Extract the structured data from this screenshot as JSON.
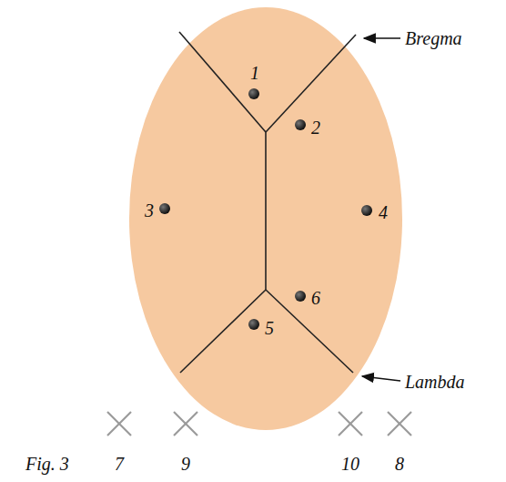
{
  "diagram": {
    "caption": "Fig. 3",
    "labels": [
      "Bregma",
      "1",
      "2",
      "3",
      "4",
      "6",
      "5",
      "Lambda",
      "7",
      "9",
      "10",
      "8"
    ]
  }
}
